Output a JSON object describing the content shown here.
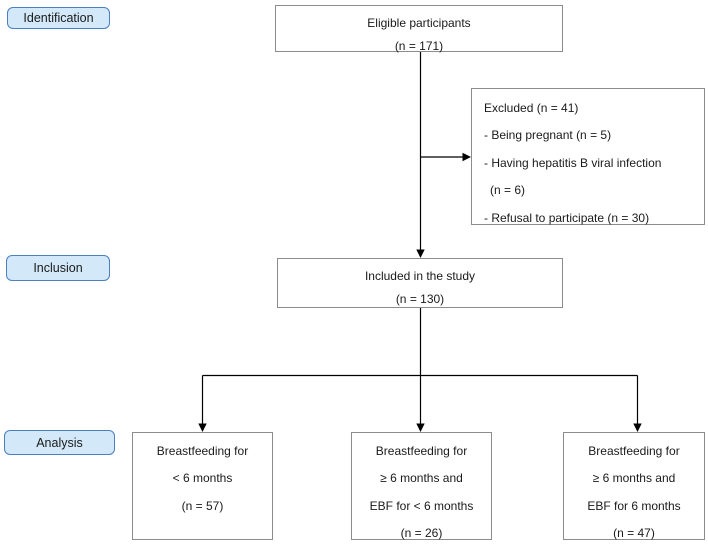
{
  "stages": {
    "identification": "Identification",
    "inclusion": "Inclusion",
    "analysis": "Analysis"
  },
  "boxes": {
    "eligible": {
      "lines": [
        "Eligible participants",
        "(n = 171)"
      ]
    },
    "excluded": {
      "lines": [
        "Excluded (n = 41)",
        "- Being pregnant (n = 5)",
        "- Having hepatitis B viral infection",
        "(n = 6)",
        "- Refusal to participate (n = 30)"
      ]
    },
    "included": {
      "lines": [
        "Included in the study",
        "(n = 130)"
      ]
    },
    "analysis1": {
      "lines": [
        "Breastfeeding for",
        "< 6 months",
        "(n = 57)"
      ]
    },
    "analysis2": {
      "lines": [
        "Breastfeeding for",
        "≥ 6 months and",
        "EBF for < 6 months",
        "(n = 26)"
      ]
    },
    "analysis3": {
      "lines": [
        "Breastfeeding for",
        "≥ 6 months and",
        "EBF for 6 months",
        "(n = 47)"
      ]
    }
  },
  "colors": {
    "stage_fill": "#d3e9f9",
    "stage_border": "#4a7fc0",
    "box_border": "#8c8c8c",
    "arrow": "#000000"
  }
}
